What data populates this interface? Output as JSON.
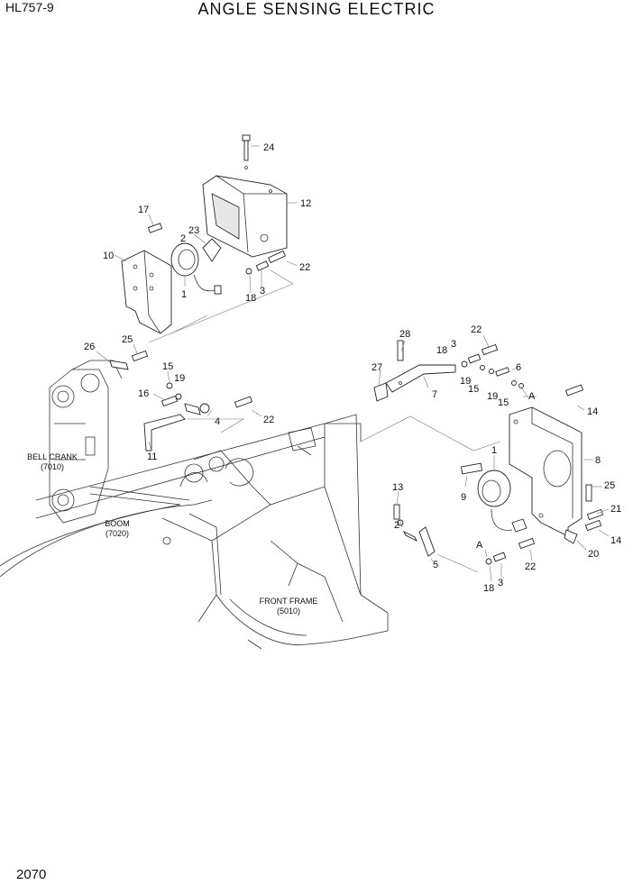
{
  "header": {
    "model": "HL757-9",
    "title": "ANGLE SENSING ELECTRIC"
  },
  "page_number": "2070",
  "assemblies": {
    "bell_crank": {
      "name": "BELL CRANK",
      "ref": "(7010)"
    },
    "boom": {
      "name": "BOOM",
      "ref": "(7020)"
    },
    "front_frame": {
      "name": "FRONT FRAME",
      "ref": "(5010)"
    }
  },
  "callouts": {
    "c24": "24",
    "c12": "12",
    "c17": "17",
    "c23": "23",
    "c2a": "2",
    "c10": "10",
    "c22a": "22",
    "c1a": "1",
    "c18a": "18",
    "c3a": "3",
    "c26": "26",
    "c25a": "25",
    "c15a": "15",
    "c19a": "19",
    "c16": "16",
    "c4": "4",
    "c22b": "22",
    "c11": "11",
    "c28": "28",
    "c27": "27",
    "c7": "7",
    "c22c": "22",
    "c18b": "18",
    "c3b": "3",
    "c19b": "19",
    "c15b": "15",
    "c6": "6",
    "c19c": "19",
    "c15c": "15",
    "cAa": "A",
    "c14a": "14",
    "c1b": "1",
    "c8": "8",
    "c9": "9",
    "c25b": "25",
    "c21": "21",
    "c14b": "14",
    "c20": "20",
    "c13": "13",
    "c2b": "2",
    "c5": "5",
    "cAb": "A",
    "c22d": "22",
    "c18c": "18",
    "c3c": "3"
  }
}
